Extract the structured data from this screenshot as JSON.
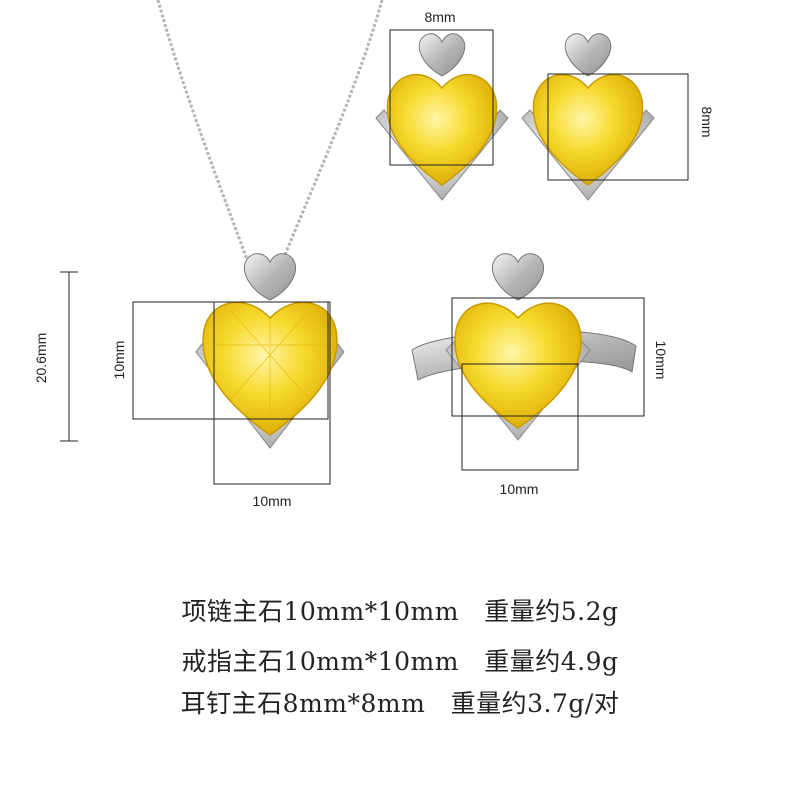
{
  "dimensions": {
    "earring_width": "8mm",
    "earring_height": "8mm",
    "pendant_total_height": "20.6mm",
    "pendant_stone_height": "10mm",
    "pendant_stone_width": "10mm",
    "ring_stone_height": "10mm",
    "ring_stone_width": "10mm"
  },
  "specs": [
    {
      "item": "项链主石",
      "size": "10mm*10mm",
      "weight": "重量约5.2g"
    },
    {
      "item": "戒指主石",
      "size": "10mm*10mm",
      "weight": "重量约4.9g"
    },
    {
      "item": "耳钉主石",
      "size": "8mm*8mm",
      "weight": "重量约3.7g/对"
    }
  ],
  "colors": {
    "background": "#ffffff",
    "gemstone": "#f5d020",
    "gem_facet": "#e8b800",
    "metal": "#c9c9c9",
    "outline": "#222222"
  }
}
